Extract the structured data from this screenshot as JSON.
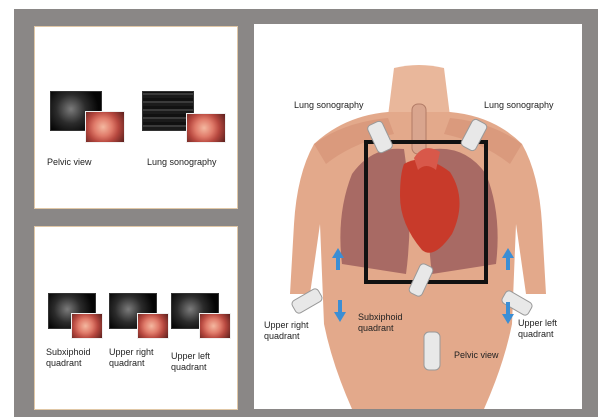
{
  "top_left_panel": {
    "labels": [
      "Pelvic view",
      "Lung sonography"
    ]
  },
  "bottom_left_panel": {
    "labels": [
      "Subxiphoid\nquadrant",
      "Upper right\nquadrant",
      "Upper left\nquadrant"
    ]
  },
  "chest_diagram": {
    "lung_left_label": "Lung sonography",
    "lung_right_label": "Lung sonography",
    "upper_right_label": "Upper right\nquadrant",
    "subxiphoid_label": "Subxiphoid\nquadrant",
    "upper_left_label": "Upper left\nquadrant",
    "pelvic_label": "Pelvic view"
  },
  "colors": {
    "frame": "#8a8786",
    "panel_border": "#e0c7a6",
    "arrow": "#3b8ed4",
    "skin": "#e3a98b",
    "lung": "#a86a64",
    "heart": "#c83a2a",
    "box": "#111111"
  }
}
